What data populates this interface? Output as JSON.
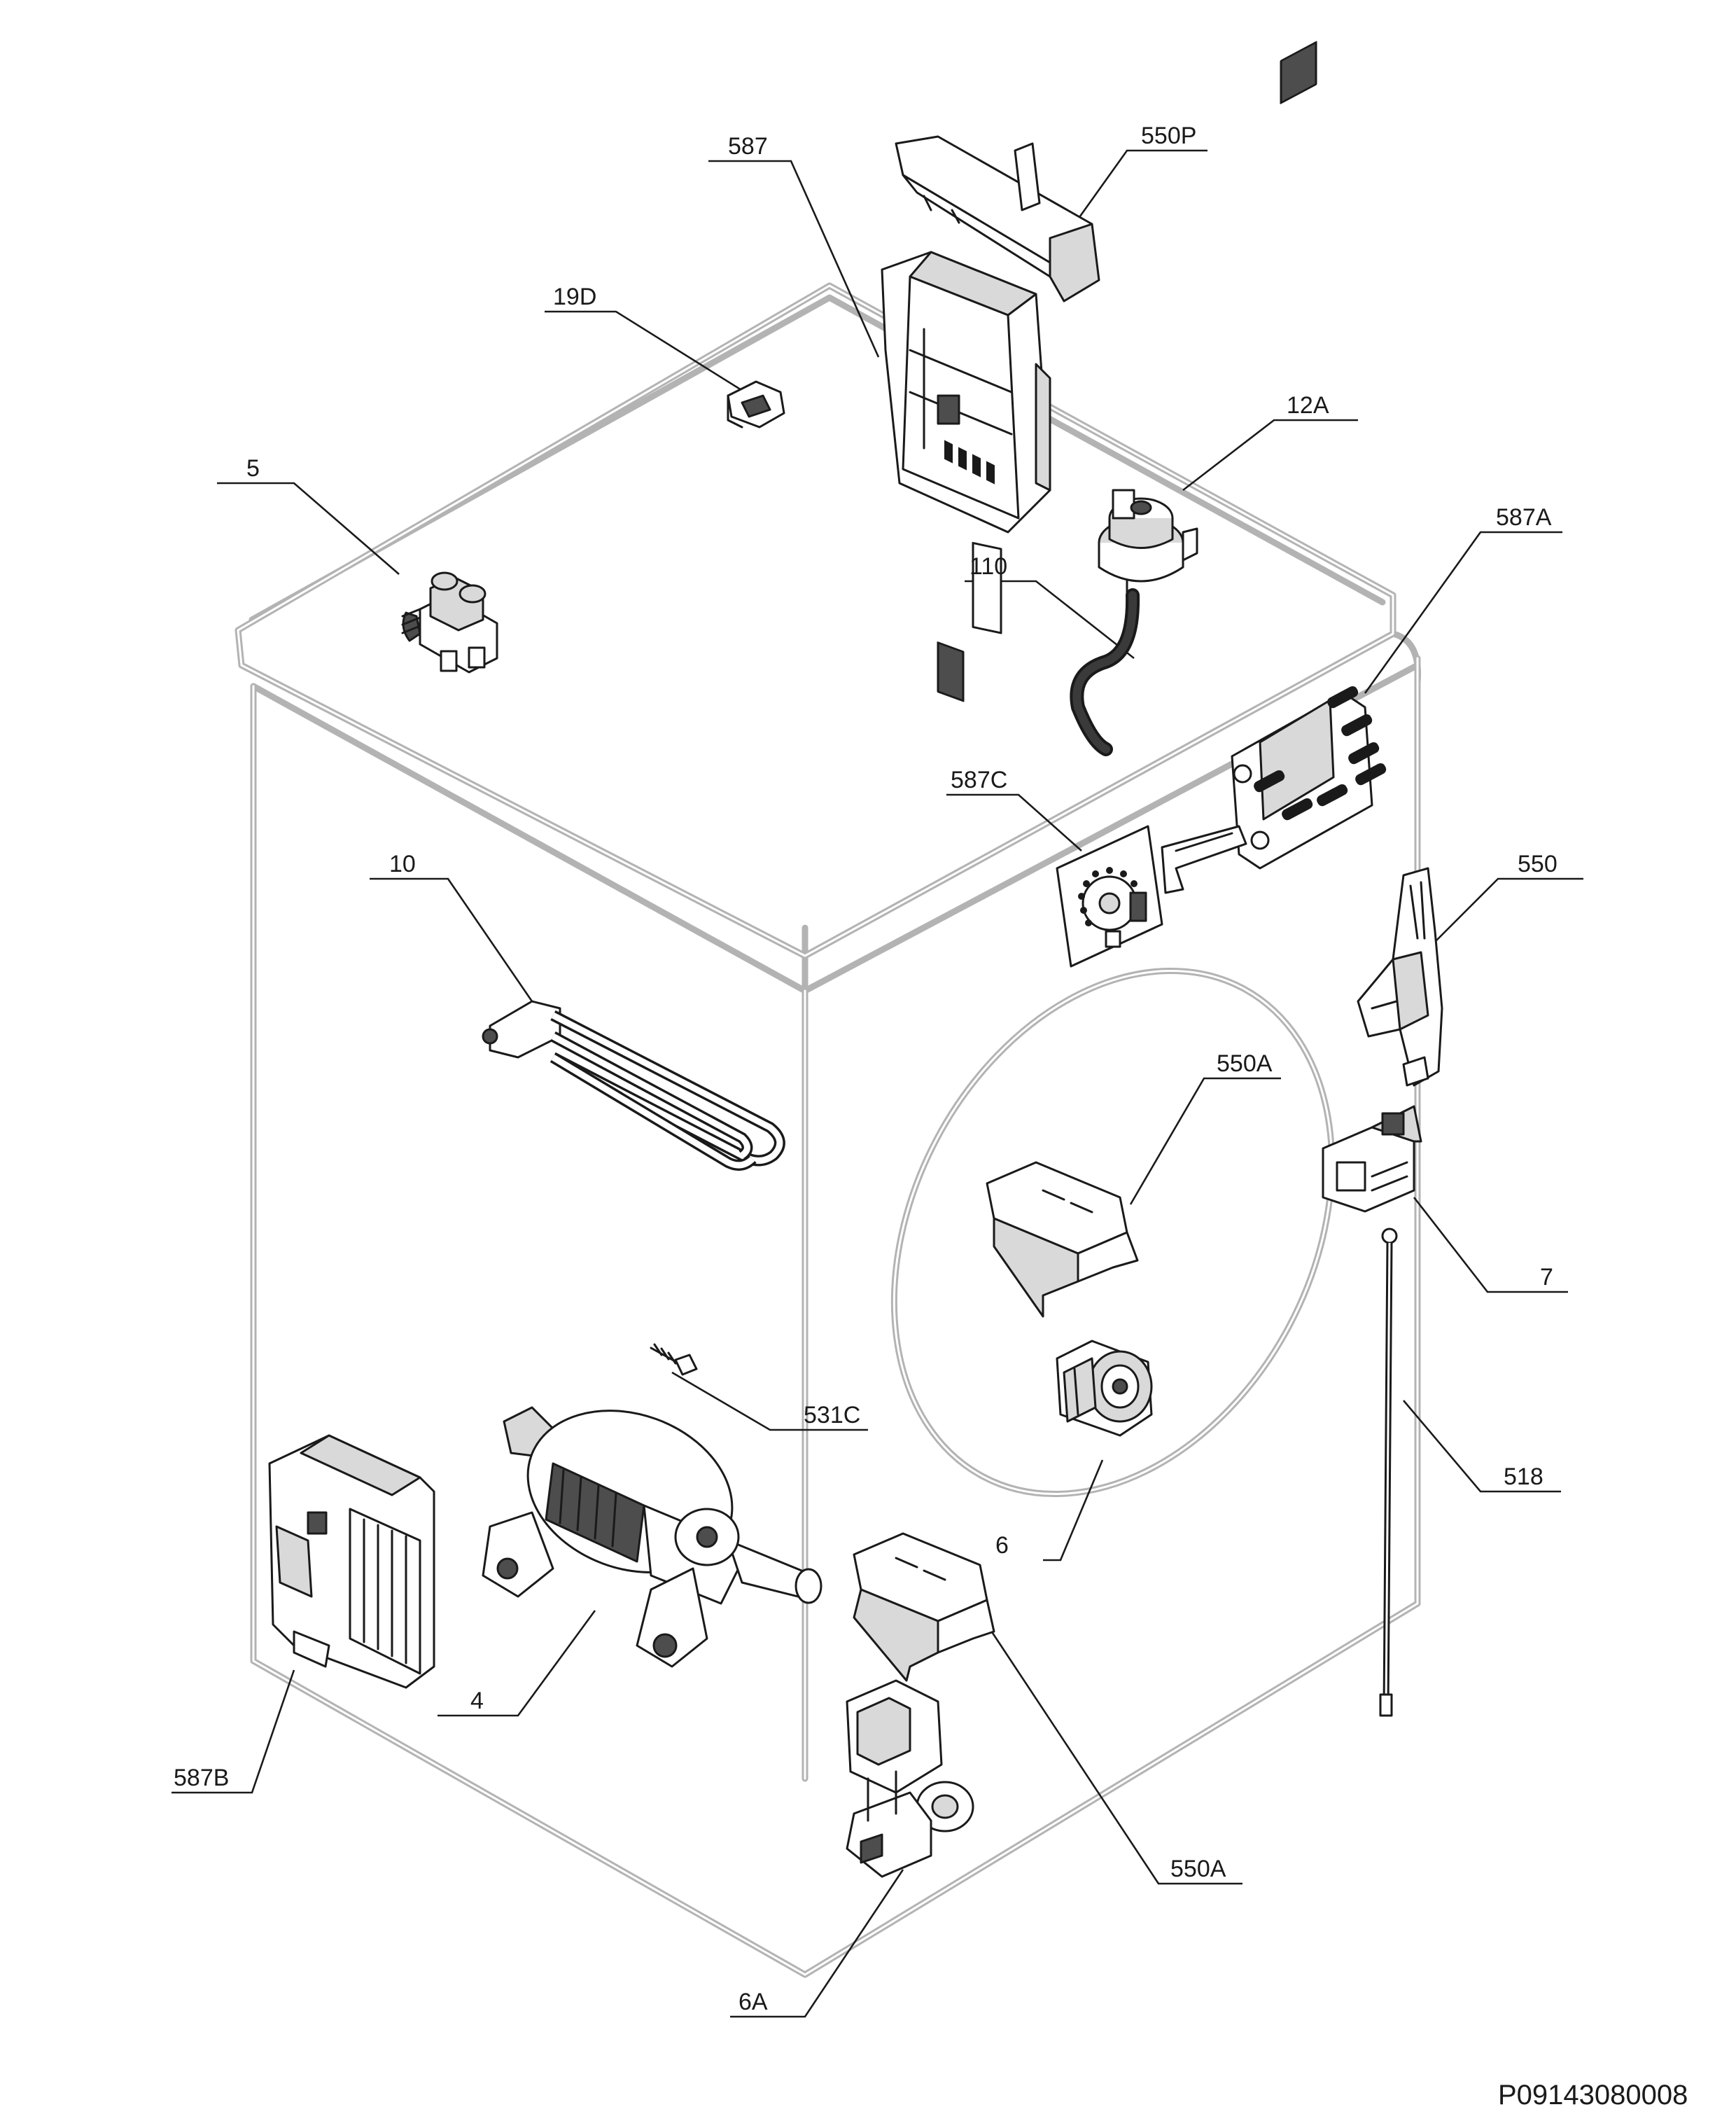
{
  "diagram": {
    "labels": {
      "l587": "587",
      "l550P": "550P",
      "l19D": "19D",
      "l12A": "12A",
      "l5": "5",
      "l110": "110",
      "l587A": "587A",
      "l587C": "587C",
      "l550": "550",
      "l10": "10",
      "l550A_top": "550A",
      "l7": "7",
      "l531C": "531C",
      "l518": "518",
      "l6": "6",
      "l4": "4",
      "l587B": "587B",
      "l550A_bottom": "550A",
      "l6A": "6A"
    },
    "drawing_code": "P09143080008"
  }
}
